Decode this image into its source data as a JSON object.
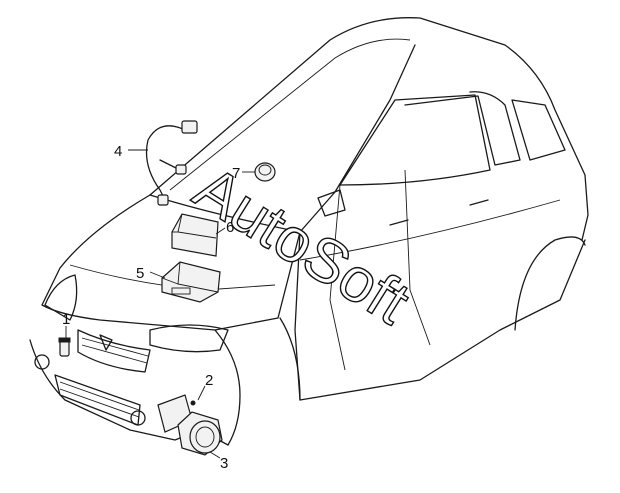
{
  "callouts": [
    "1",
    "2",
    "3",
    "4",
    "5",
    "6",
    "7"
  ],
  "watermark": "AutoSoft",
  "colors": {
    "line": "#1a1a1a",
    "background": "#ffffff",
    "part_fill": "#f2f2f2"
  }
}
